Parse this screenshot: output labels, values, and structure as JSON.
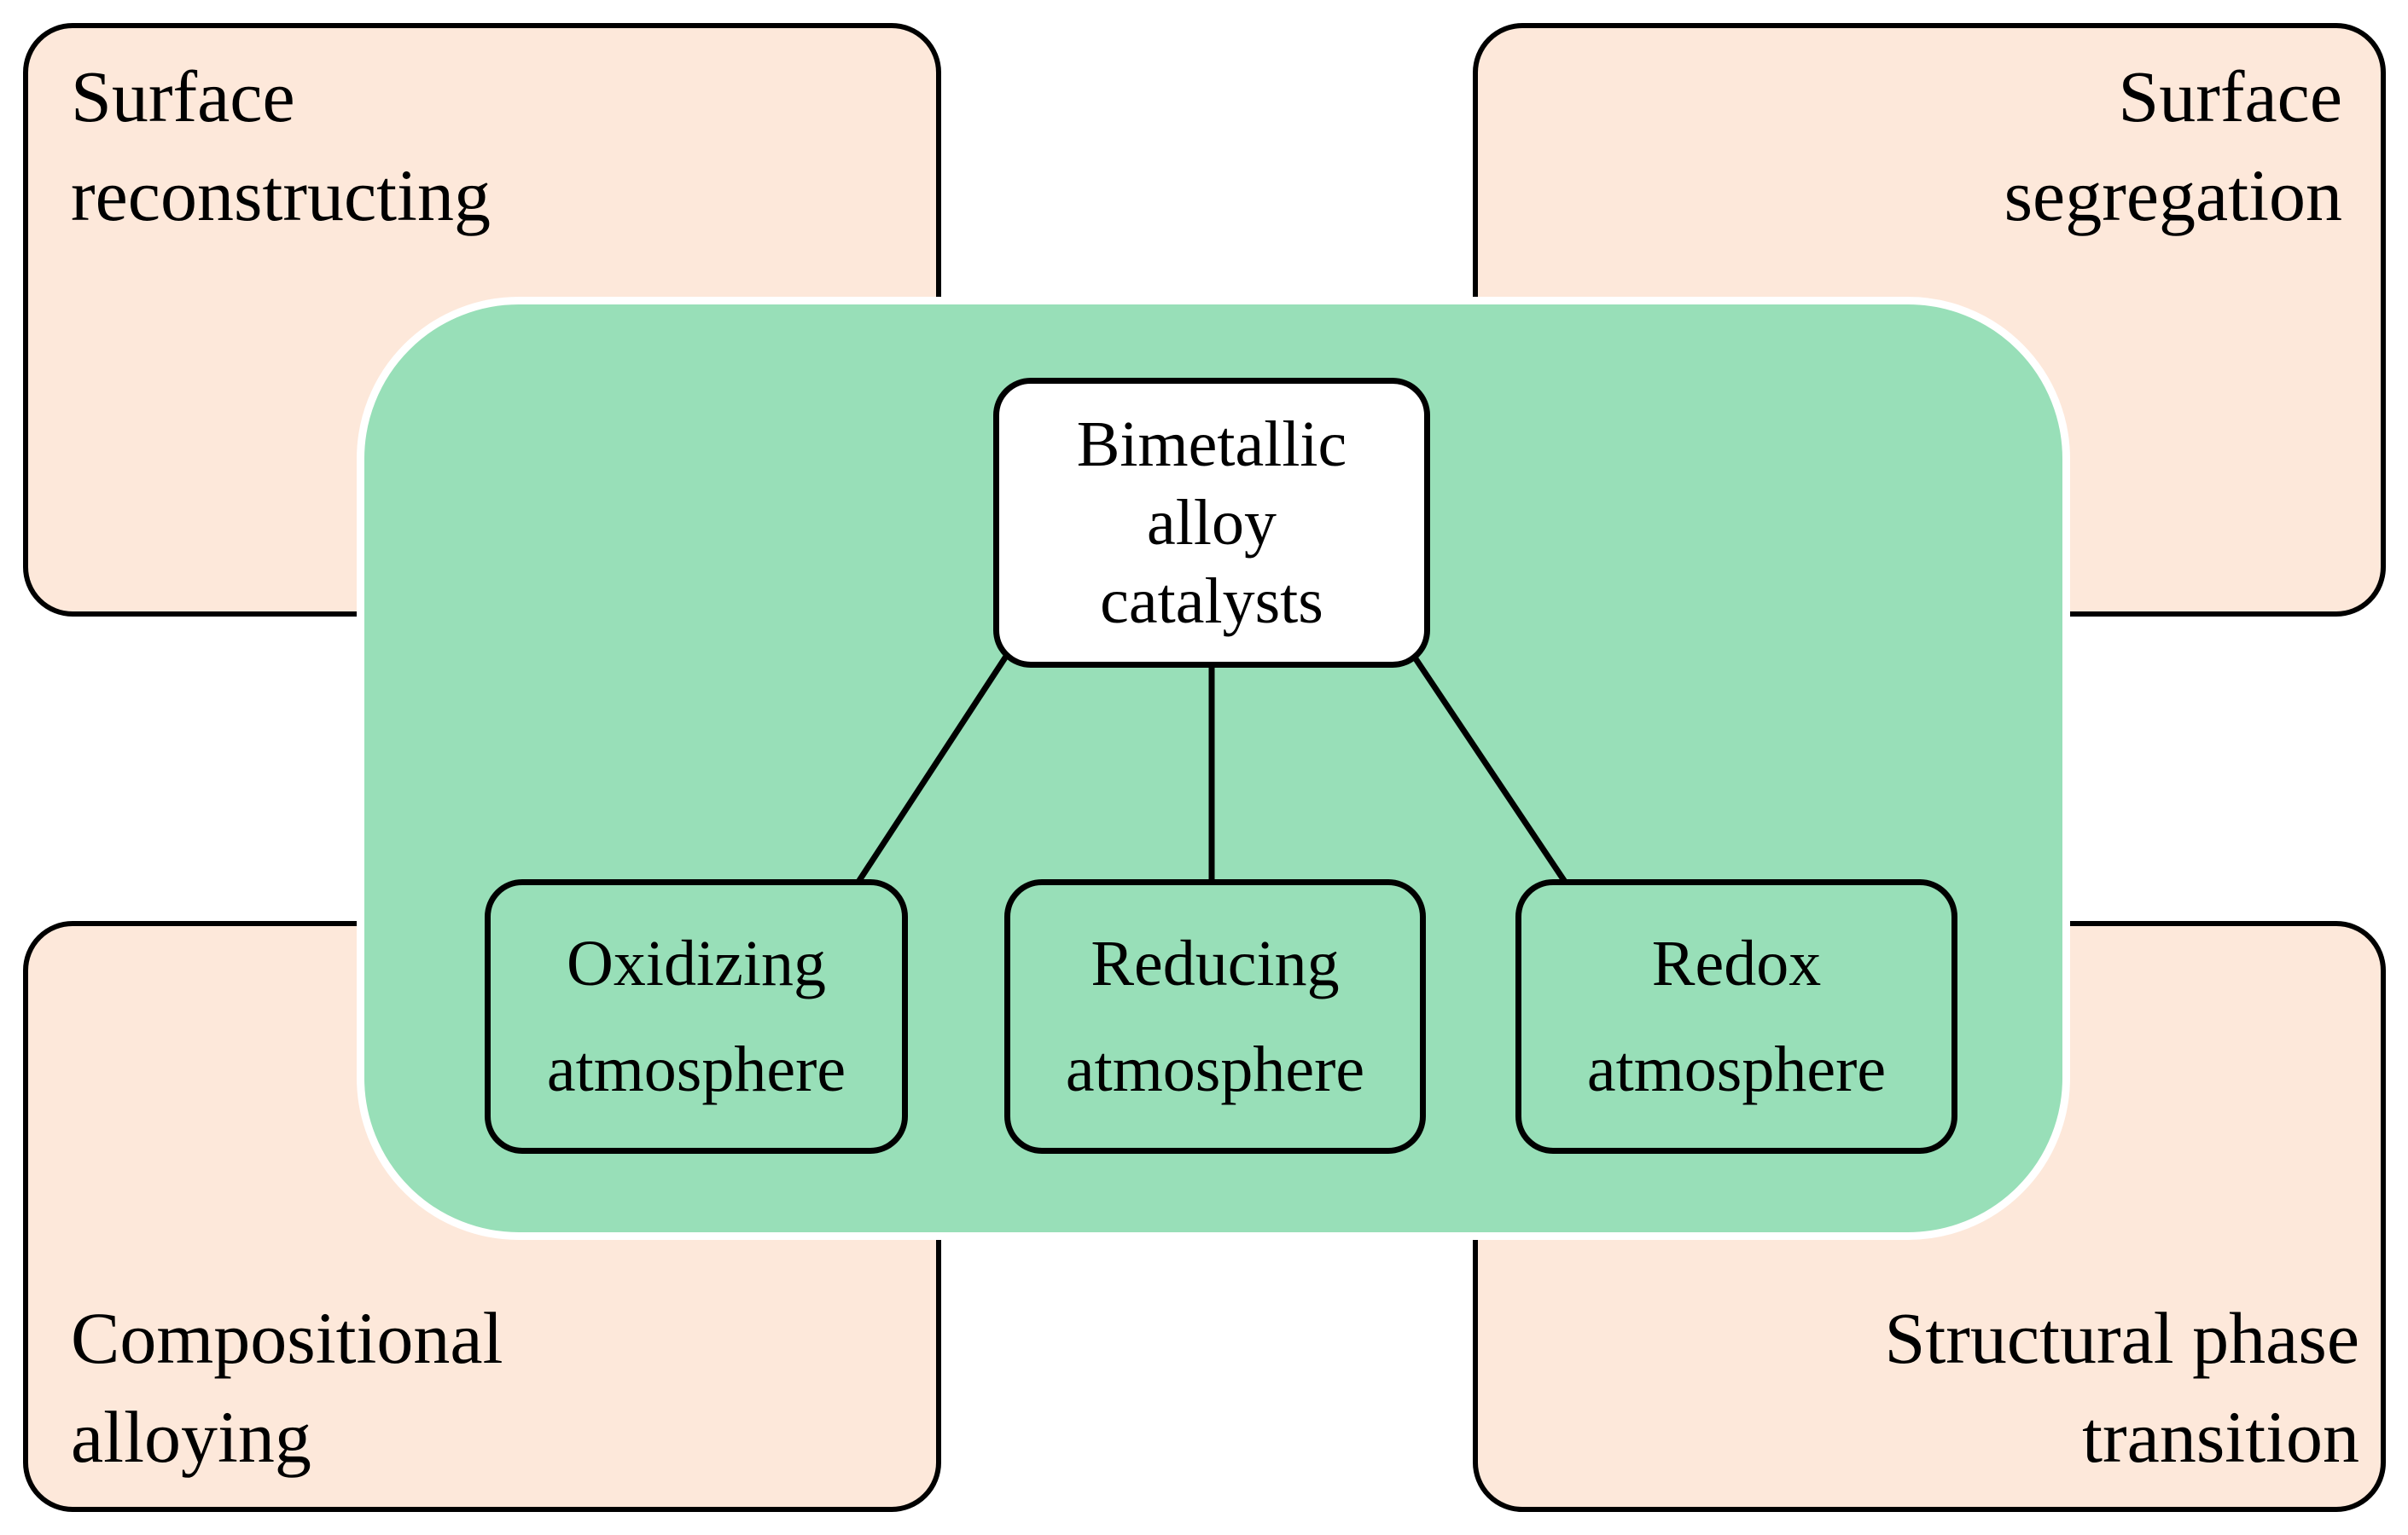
{
  "corners": {
    "top_left": {
      "lines": [
        "Surface",
        "reconstructing"
      ]
    },
    "top_right": {
      "lines": [
        "Surface",
        "segregation"
      ]
    },
    "bottom_left": {
      "lines": [
        "Compositional",
        "alloying"
      ]
    },
    "bottom_right": {
      "lines": [
        "Structural phase",
        "transition"
      ]
    }
  },
  "root": {
    "lines": [
      "Bimetallic",
      "alloy",
      "catalysts"
    ]
  },
  "children": [
    {
      "lines": [
        "Oxidizing",
        "atmosphere"
      ]
    },
    {
      "lines": [
        "Reducing",
        "atmosphere"
      ]
    },
    {
      "lines": [
        "Redox",
        "atmosphere"
      ]
    }
  ],
  "colors": {
    "corner_fill": "#fde8da",
    "center_fill": "#98dfb8",
    "node_fill": "#ffffff",
    "stroke": "#000000"
  }
}
